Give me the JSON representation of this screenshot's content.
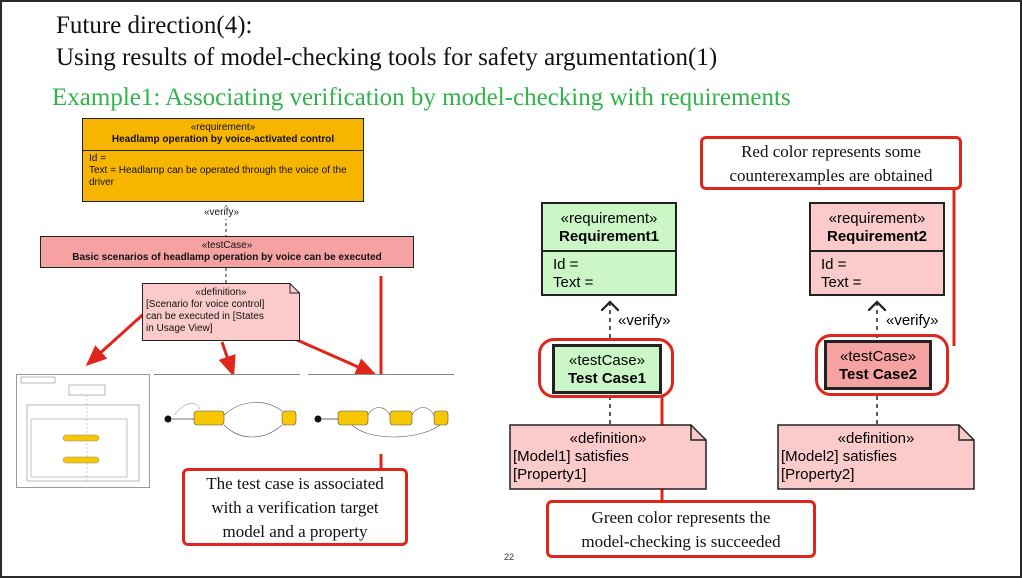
{
  "title": {
    "line1": "Future direction(4):",
    "line2": "Using results of model-checking tools for safety argumentation(1)",
    "line3": "Example1: Associating verification by model-checking with requirements"
  },
  "left_diagram": {
    "requirement": {
      "stereotype": "«requirement»",
      "name": "Headlamp operation by voice-activated control",
      "id": "Id =",
      "text": "Text = Headlamp can be operated through the voice of the driver"
    },
    "verify_label": "«verify»",
    "testcase": {
      "stereotype": "«testCase»",
      "name": "Basic scenarios of headlamp operation by voice can be executed"
    },
    "definition": {
      "stereotype": "«definition»",
      "line1": "[Scenario for voice control]",
      "line2": "can be executed in [States",
      "line3": "in Usage View]"
    },
    "callout": {
      "line1": "The test case is associated",
      "line2": "with a verification target",
      "line3": "model and a property"
    }
  },
  "right_diagram": {
    "req1": {
      "stereotype": "«requirement»",
      "name": "Requirement1",
      "id": "Id =",
      "text": "Text ="
    },
    "req2": {
      "stereotype": "«requirement»",
      "name": "Requirement2",
      "id": "Id =",
      "text": "Text ="
    },
    "verify1": "«verify»",
    "verify2": "«verify»",
    "tc1": {
      "stereotype": "«testCase»",
      "name": "Test Case1"
    },
    "tc2": {
      "stereotype": "«testCase»",
      "name": "Test Case2"
    },
    "def1": {
      "stereotype": "«definition»",
      "line1": "[Model1] satisfies",
      "line2": "[Property1]"
    },
    "def2": {
      "stereotype": "«definition»",
      "line1": "[Model2] satisfies",
      "line2": "[Property2]"
    },
    "red_note": {
      "line1": "Red color represents some",
      "line2": "counterexamples are obtained"
    },
    "green_note": {
      "line1": "Green color represents the",
      "line2": "model-checking is succeeded"
    }
  },
  "page_number": "22",
  "colors": {
    "red": "#e0251b",
    "green_title": "#2fb34a",
    "yellow": "#f7b500"
  }
}
